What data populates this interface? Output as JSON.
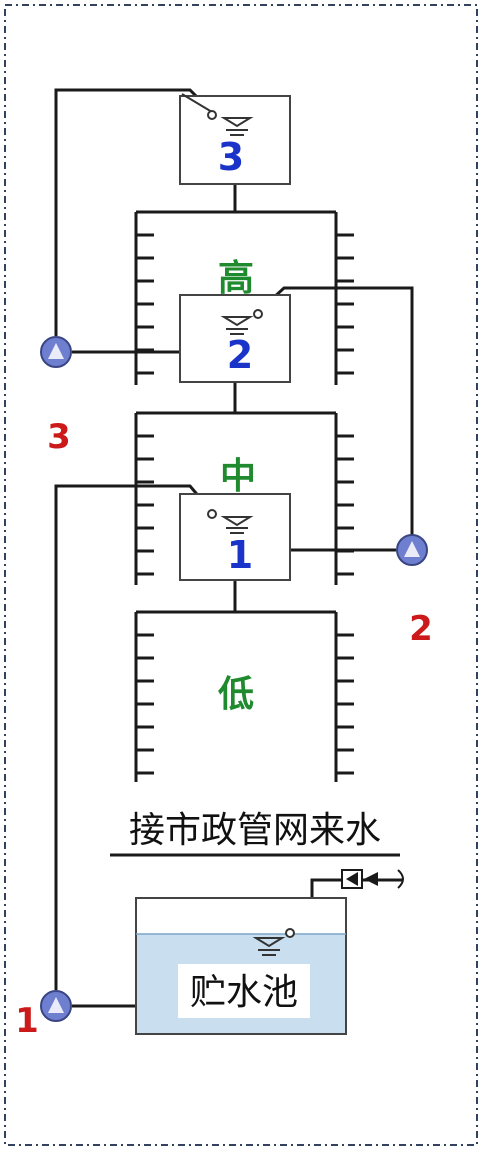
{
  "zones": {
    "high": "高",
    "mid": "中",
    "low": "低"
  },
  "tanks": {
    "t3": "3",
    "t2": "2",
    "t1": "1"
  },
  "pumps": {
    "p3": "3",
    "p2": "2",
    "p1": "1"
  },
  "supply_label": "接市政管网来水",
  "reservoir_label": "贮水池",
  "colors": {
    "zone_text": "#1f8a2e",
    "tank_number": "#1a33c8",
    "pump_number": "#cc1a1a",
    "pump_fill": "#6f7fcf",
    "reservoir_water": "#c9dff0"
  }
}
